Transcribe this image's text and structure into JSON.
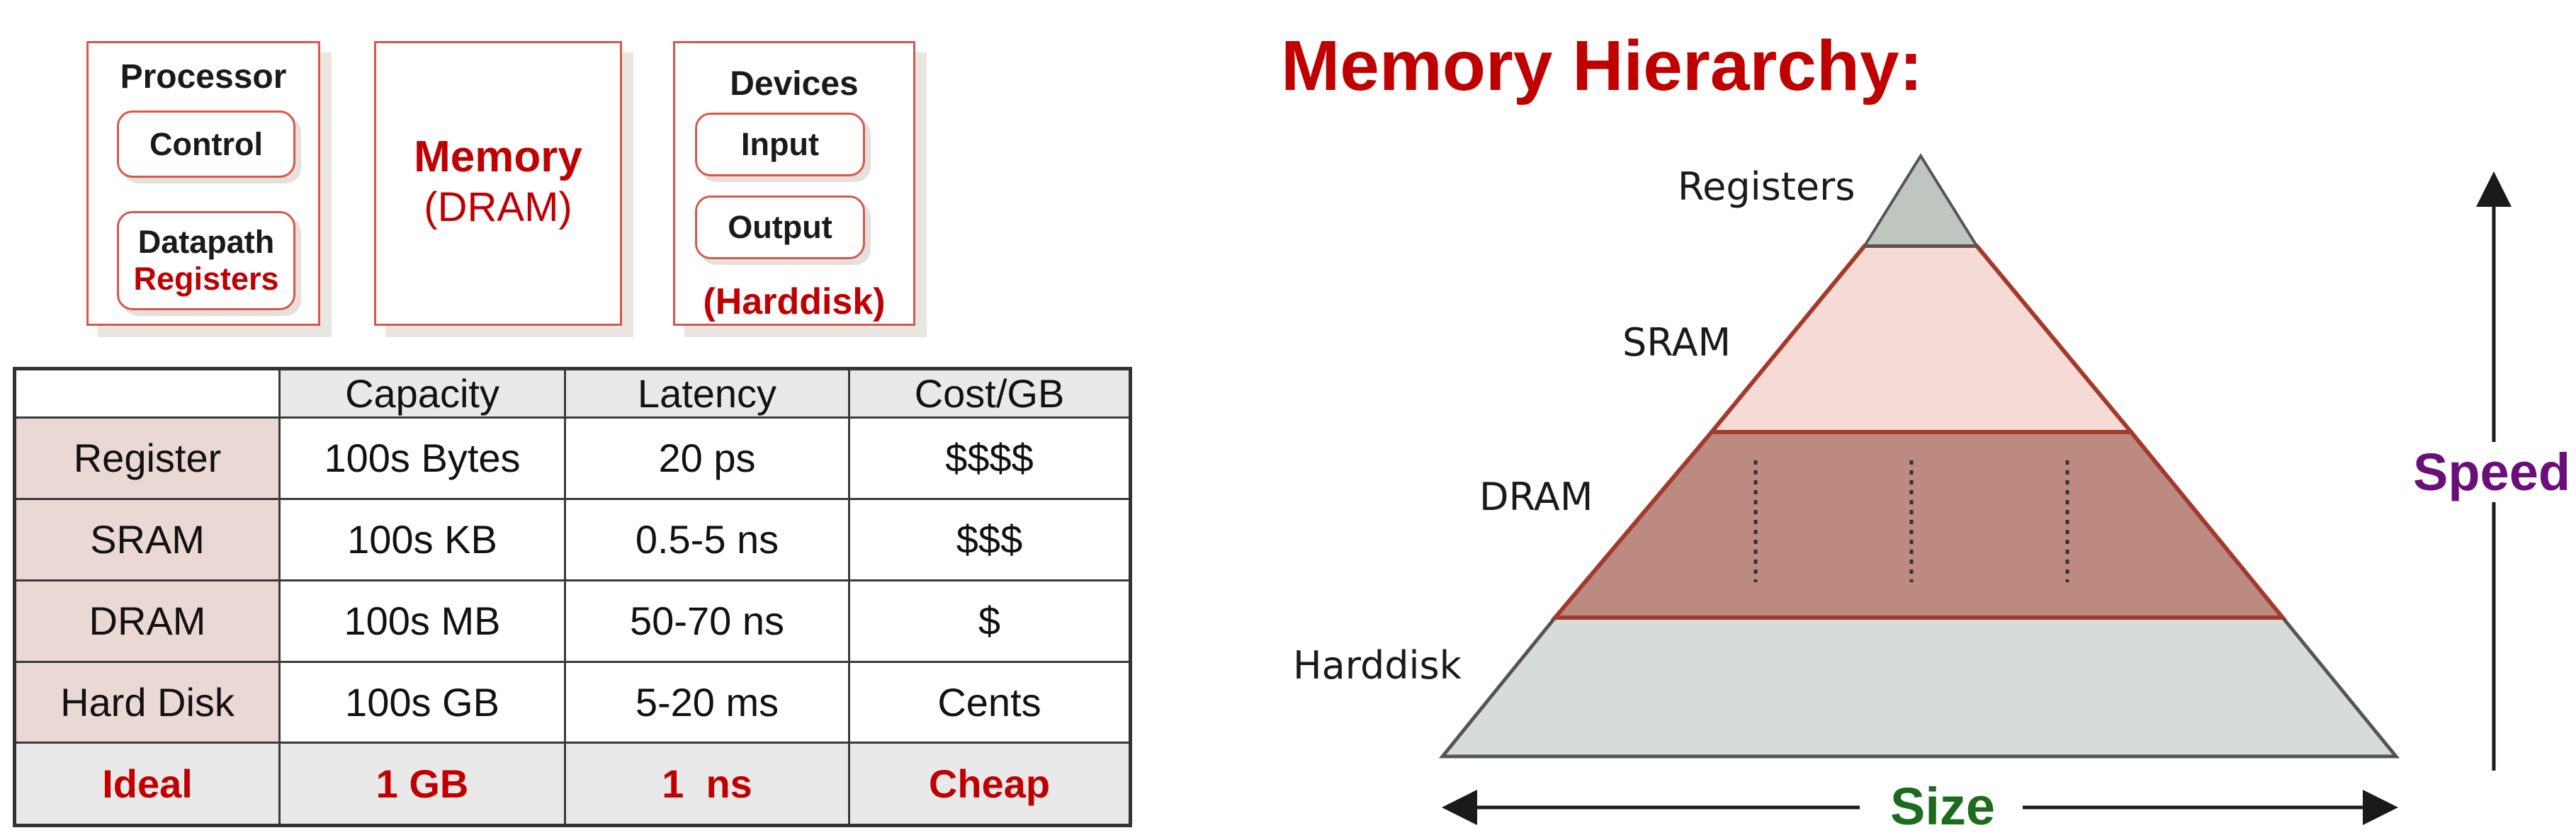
{
  "blocks": {
    "processor": {
      "title": "Processor",
      "control": "Control",
      "datapath": "Datapath",
      "registers": "Registers"
    },
    "memory": {
      "title": "Memory",
      "subtitle": "(DRAM)"
    },
    "devices": {
      "title": "Devices",
      "input": "Input",
      "output": "Output",
      "harddisk": "(Harddisk)"
    }
  },
  "table": {
    "headers": [
      "",
      "Capacity",
      "Latency",
      "Cost/GB"
    ],
    "rows": [
      [
        "Register",
        "100s Bytes",
        "20 ps",
        "$$$$"
      ],
      [
        "SRAM",
        "100s KB",
        "0.5-5 ns",
        "$$$"
      ],
      [
        "DRAM",
        "100s MB",
        "50-70 ns",
        "$"
      ],
      [
        "Hard Disk",
        "100s GB",
        "5-20 ms",
        "Cents"
      ],
      [
        "Ideal",
        "1 GB",
        "1  ns",
        "Cheap"
      ]
    ]
  },
  "hierarchy": {
    "title": "Memory Hierarchy:",
    "levels": [
      "Registers",
      "SRAM",
      "DRAM",
      "Harddisk"
    ],
    "speed_label": "Speed",
    "size_label": "Size"
  },
  "colors": {
    "accent_red": "#c00000",
    "box_border": "#d9574a",
    "registers_fill": "#bfc6c0",
    "sram_fill": "#f6dad6",
    "dram_fill": "#bc8a80",
    "harddisk_fill": "#d6dcd8",
    "pyramid_stroke": "#a33a2c",
    "speed_color": "#6a0f7a",
    "size_color": "#1d6b1d"
  }
}
